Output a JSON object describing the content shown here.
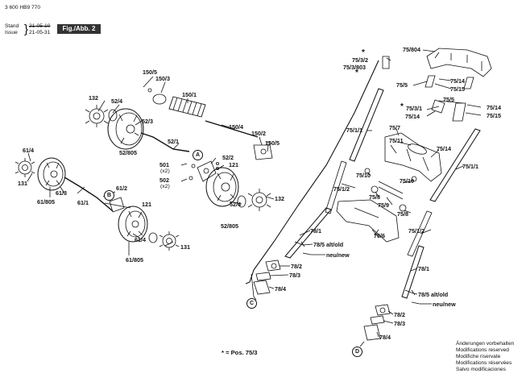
{
  "header": {
    "doc_number": "3 600 HB9 770",
    "stand_label": "Stand",
    "issue_label": "Issue",
    "stand_date_old": "21-05-10",
    "issue_date": "21-05-31",
    "figure_label": "Fig./Abb. 2"
  },
  "labels": {
    "l150_5a": "150/5",
    "l150_3": "150/3",
    "l150_1": "150/1",
    "l150_4": "150/4",
    "l150_2": "150/2",
    "l150_5b": "150/5",
    "l132a": "132",
    "l52_4a": "52/4",
    "l52_3": "52/3",
    "l52_805a": "52/805",
    "l52_1": "52/1",
    "l52_2": "52/2",
    "l121a": "121",
    "l501": "501",
    "l501x": "(x2)",
    "l502": "502",
    "l502x": "(x2)",
    "l132b": "132",
    "l52_4b": "52/4",
    "l52_805b": "52/805",
    "l61_4a": "61/4",
    "l131a": "131",
    "l61_805a": "61/805",
    "l61_3": "61/3",
    "l61_1": "61/1",
    "l61_2": "61/2",
    "l121b": "121",
    "l61_4b": "61/4",
    "l131b": "131",
    "l61_805b": "61/805",
    "l75_3_2": "75/3/2",
    "l75_3_803": "75/3/803",
    "l75_804": "75/804",
    "l75_14a": "75/14",
    "l75_5a": "75/5",
    "l75_15a": "75/15",
    "l75_5b": "75/5",
    "l75_3_1": "75/3/1",
    "l75_14b": "75/14",
    "l75_14c": "75/14",
    "l75_15b": "75/15",
    "l75_1_1a": "75/1/1",
    "l75_7": "75/7",
    "l75_11": "75/11",
    "l75_14d": "75/14",
    "l75_1_1b": "75/1/1",
    "l75_10a": "75/10",
    "l75_1_2a": "75/1/2",
    "l75_10b": "75/10",
    "l75_8a": "75/8",
    "l75_9": "75/9",
    "l75_8b": "75/8",
    "l75_1_2b": "75/1/2",
    "l75_6": "75/6",
    "l78_1a": "78/1",
    "l78_5a": "78/5 alt/old",
    "l_new_a": "neu/new",
    "l78_2a": "78/2",
    "l78_3a": "78/3",
    "l78_4a": "78/4",
    "l78_1b": "78/1",
    "l78_5b": "78/5 alt/old",
    "l_new_b": "neu/new",
    "l78_2b": "78/2",
    "l78_3b": "78/3",
    "l78_4b": "78/4",
    "star1": "*",
    "star2": "*",
    "star3": "*"
  },
  "callouts": {
    "A": "A",
    "B": "B",
    "C": "C",
    "D": "D"
  },
  "legend": "* = Pos. 75/3",
  "footer": [
    "Änderungen vorbehalten",
    "Modifications reserved",
    "Modifiche riservate",
    "Modifications réservées",
    "Salvo modificaciones"
  ]
}
